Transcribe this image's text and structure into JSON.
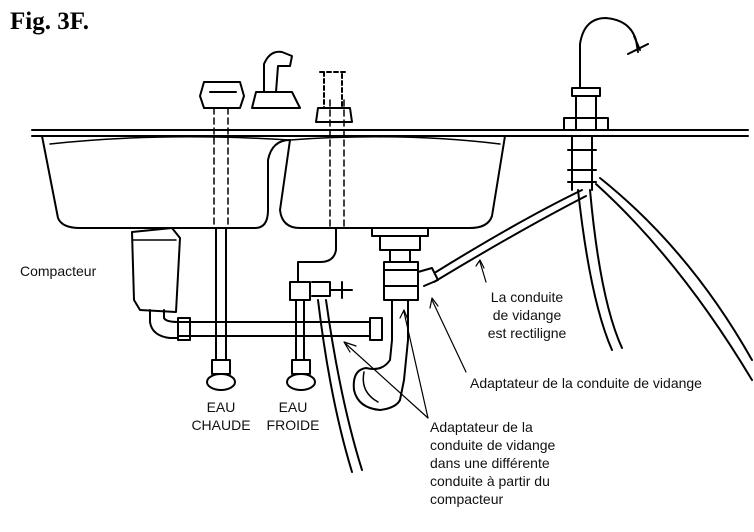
{
  "figure": {
    "title": "Fig. 3F."
  },
  "labels": {
    "compactor": "Compacteur",
    "hot_water": [
      "EAU",
      "CHAUDE"
    ],
    "cold_water": [
      "EAU",
      "FROIDE"
    ],
    "straight_drain": [
      "La conduite",
      "de vidange",
      "est rectiligne"
    ],
    "drain_adapter": "Adaptateur de la conduite de vidange",
    "drain_adapter_other": [
      "Adaptateur de la",
      "conduite de vidange",
      "dans une différente",
      "conduite à partir du",
      "compacteur"
    ]
  },
  "colors": {
    "line": "#000000",
    "background": "#ffffff"
  }
}
